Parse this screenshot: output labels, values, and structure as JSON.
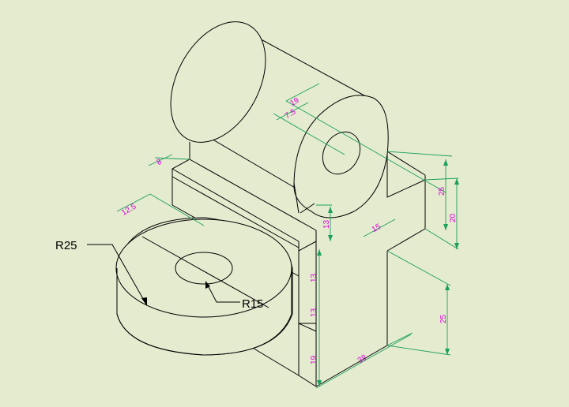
{
  "dimensions": {
    "d19_top": "19",
    "d7_5": "7.5",
    "d8": "8",
    "d12_5": "12.5",
    "d15": "15",
    "d25_right": "25",
    "d20": "20",
    "d13_a": "13",
    "d13_b": "13",
    "d13_c": "13",
    "d19_bottom": "19",
    "d25_lower": "25",
    "d38": "38"
  },
  "labels": {
    "r25": "R25",
    "r15": "R15"
  },
  "colors": {
    "background": "#e5ebcf",
    "line": "#000000",
    "dimension_line": "#1aa05a",
    "dimension_text": "#e000e0"
  }
}
